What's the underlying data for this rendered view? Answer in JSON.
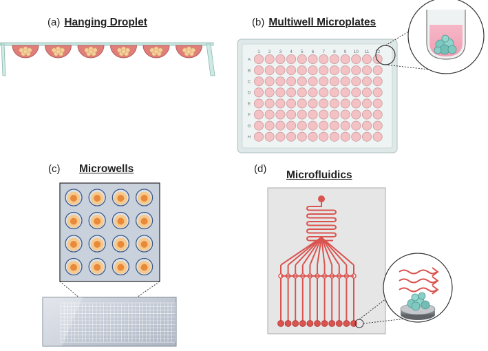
{
  "panels": {
    "a": {
      "letter": "(a)",
      "title": "Hanging Droplet"
    },
    "b": {
      "letter": "(b)",
      "title": "Multiwell Microplates"
    },
    "c": {
      "letter": "(c)",
      "title": "Microwells"
    },
    "d": {
      "letter": "(d)",
      "title": "Microfluidics"
    }
  },
  "microplate": {
    "columns": [
      "1",
      "2",
      "3",
      "4",
      "5",
      "6",
      "7",
      "8",
      "9",
      "10",
      "11",
      "12"
    ],
    "rows": [
      "A",
      "B",
      "C",
      "D",
      "E",
      "F",
      "G",
      "H"
    ]
  },
  "colors": {
    "droplet": "#e07e7a",
    "cell": "#f6d09c",
    "well": "#f4c2c4",
    "plate": "#e4ecec",
    "channel": "#d9534f",
    "spheroid": "#7ec8c0",
    "microwell_cell": "#e88a3a"
  }
}
